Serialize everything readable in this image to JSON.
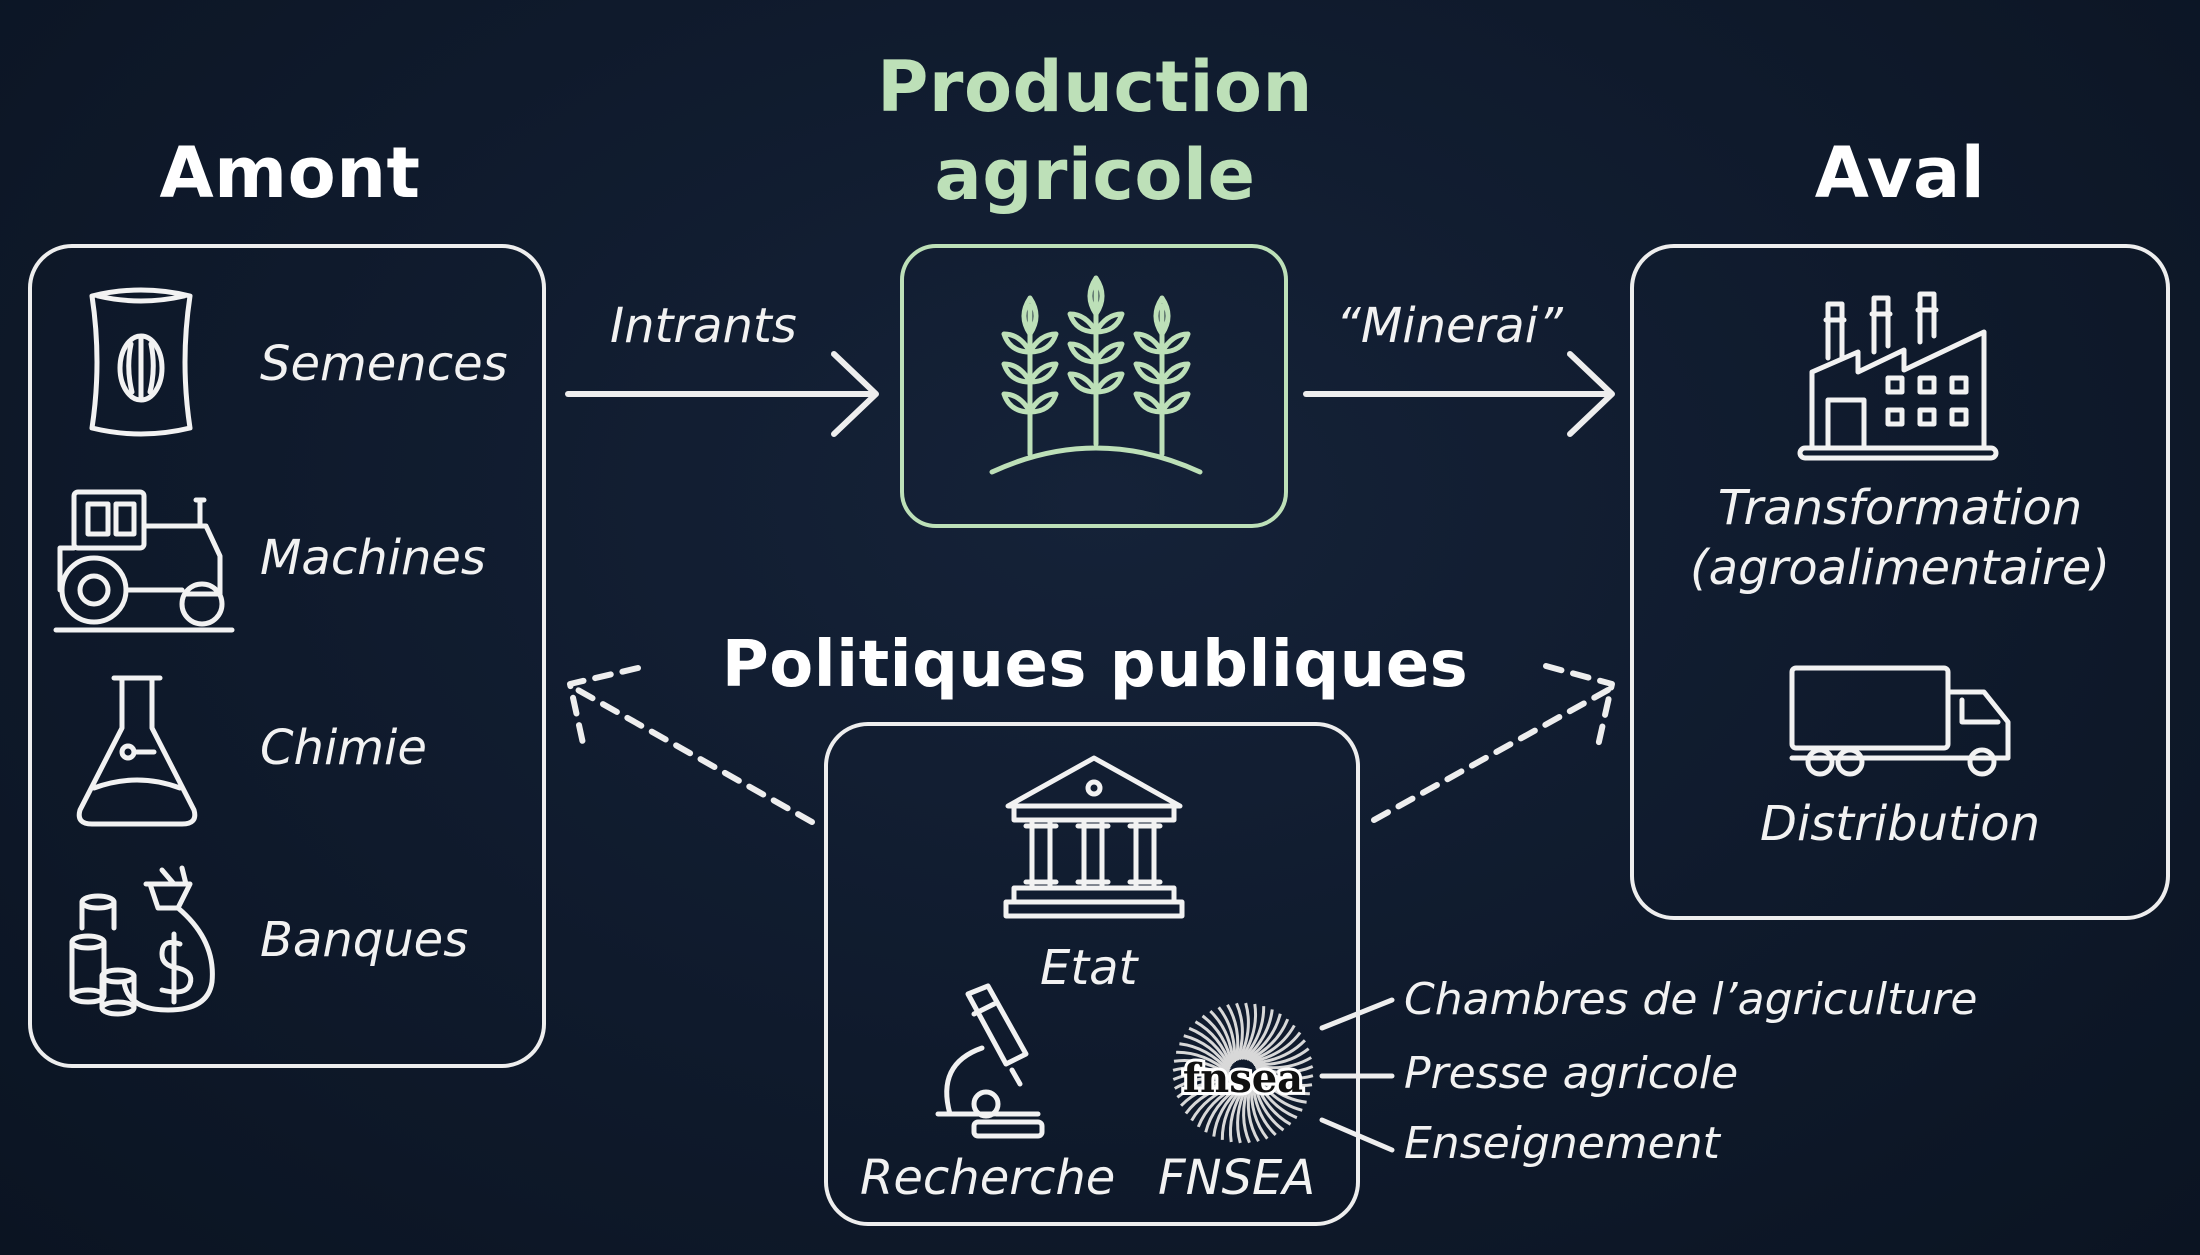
{
  "amont": {
    "title": "Amont",
    "items": [
      {
        "label": "Semences",
        "icon": "seed-bag-icon"
      },
      {
        "label": "Machines",
        "icon": "tractor-icon"
      },
      {
        "label": "Chimie",
        "icon": "flask-icon"
      },
      {
        "label": "Banques",
        "icon": "money-bag-icon"
      }
    ]
  },
  "production": {
    "title_line1": "Production",
    "title_line2": "agricole",
    "icon": "wheat-icon"
  },
  "aval": {
    "title": "Aval",
    "transformation_line1": "Transformation",
    "transformation_line2": "(agroalimentaire)",
    "distribution": "Distribution",
    "icons": [
      "factory-icon",
      "truck-icon"
    ]
  },
  "flows": {
    "intrants": "Intrants",
    "minerai": "“Minerai”"
  },
  "politiques": {
    "title": "Politiques publiques",
    "etat": "Etat",
    "recherche": "Recherche",
    "fnsea": "FNSEA",
    "fnsea_logo_text": "fnsea",
    "branches": [
      "Chambres de l’agriculture",
      "Presse agricole",
      "Enseignement"
    ]
  },
  "colors": {
    "background": "#0f1a2c",
    "accent_green": "#bde0b8",
    "stroke": "#eeeeee"
  }
}
